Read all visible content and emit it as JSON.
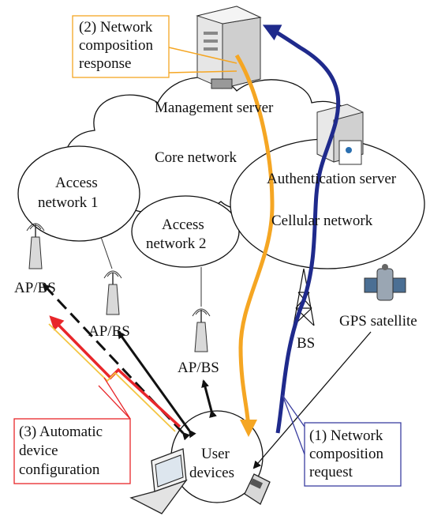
{
  "nodes": {
    "management_server": "Management server",
    "core_network": "Core network",
    "authentication_server": "Authentication server",
    "cellular_network": "Cellular network",
    "access_network_1": [
      "Access",
      "network 1"
    ],
    "access_network_2": [
      "Access",
      "network 2"
    ],
    "ap_bs_1": "AP/BS",
    "ap_bs_2": "AP/BS",
    "ap_bs_3": "AP/BS",
    "bs": "BS",
    "gps_satellite": "GPS satellite",
    "user_devices": [
      "User",
      "devices"
    ]
  },
  "callouts": {
    "response": [
      "(2) Network",
      "composition",
      "response"
    ],
    "request": [
      "(1) Network",
      "composition",
      "request"
    ],
    "configuration": [
      "(3) Automatic",
      "device",
      "configuration"
    ]
  },
  "colors": {
    "response_flow": "#f5a623",
    "request_flow": "#1f2a8c",
    "config_flow": "#e8262a",
    "response_border": "#f5a623",
    "request_border": "#3b3fa0",
    "config_border": "#e8262a"
  },
  "icons": [
    "server-icon",
    "tower-icon",
    "satellite-icon",
    "laptop-icon",
    "phone-icon",
    "antenna-icon"
  ]
}
